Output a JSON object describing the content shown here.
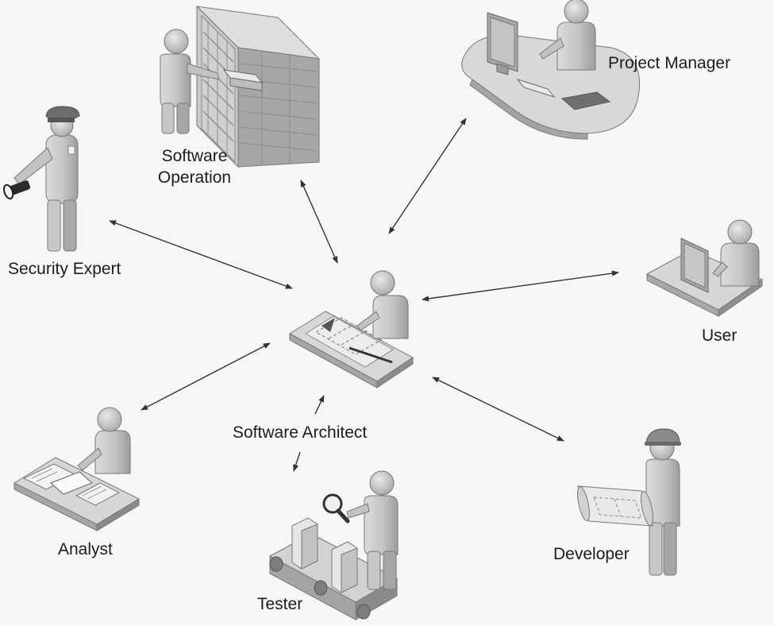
{
  "roles": {
    "software_operation": {
      "line1": "Software",
      "line2": "Operation"
    },
    "project_manager": "Project Manager",
    "security_expert": "Security Expert",
    "user": "User",
    "software_architect": "Software Architect",
    "analyst": "Analyst",
    "tester": "Tester",
    "developer": "Developer"
  },
  "icons": {
    "software_operation": "server-rack-person-icon",
    "project_manager": "desk-computer-person-icon",
    "security_expert": "guard-flashlight-icon",
    "user": "workstation-person-icon",
    "software_architect": "drafting-table-person-icon",
    "analyst": "document-desk-person-icon",
    "tester": "conveyor-magnifier-person-icon",
    "developer": "hardhat-blueprint-person-icon"
  },
  "colors": {
    "background": "#f6f6f6",
    "figure_light": "#d4d4d4",
    "figure_mid": "#b5b5b5",
    "figure_dark": "#8a8a8a",
    "outline": "#6c6c6c",
    "arrow": "#333333",
    "text": "#1c1c1c"
  }
}
